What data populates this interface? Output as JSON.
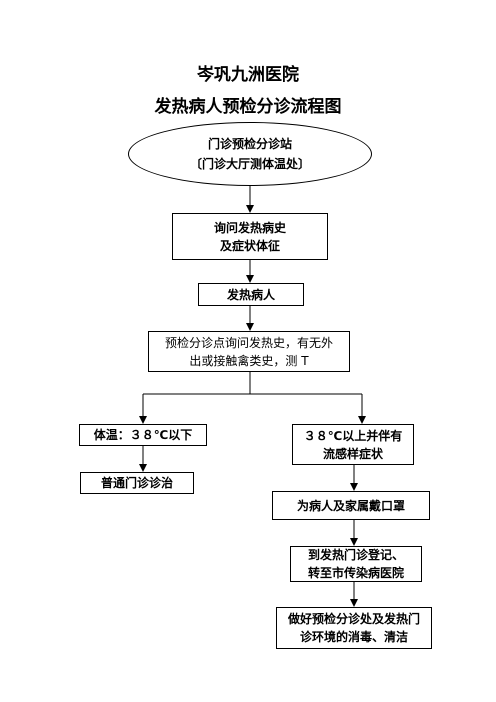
{
  "header": {
    "title": "岑巩九洲医院",
    "subtitle": "发热病人预检分诊流程图"
  },
  "flow": {
    "station": {
      "line1": "门诊预检分诊站",
      "line2": "〔门诊大厅测体温处〕"
    },
    "inquiry": {
      "line1": "询问发热病史",
      "line2": "及症状体征"
    },
    "fever_patient": "发热病人",
    "triage_point": {
      "line1": "预检分诊点询问发热史，有无外",
      "line2": "出或接触禽类史，测 T"
    },
    "low_temp": "体温：３８℃以下",
    "high_temp": {
      "line1": "３８℃以上并伴有",
      "line2": "流感样症状"
    },
    "normal_clinic": "普通门诊诊治",
    "masks": "为病人及家属戴口罩",
    "referral": {
      "line1": "到发热门诊登记、",
      "line2": "转至市传染病医院"
    },
    "disinfection": {
      "line1": "做好预检分诊处及发热门",
      "line2": "诊环境的消毒、清洁"
    }
  }
}
